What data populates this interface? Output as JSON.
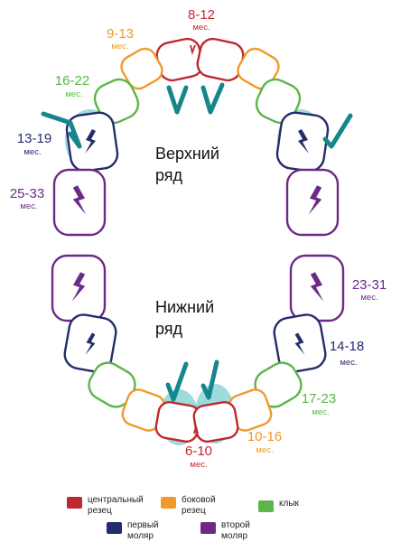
{
  "colors": {
    "central_incisor": "#c0282f",
    "lateral_incisor": "#f09a2b",
    "canine": "#5cb548",
    "first_molar": "#242c6b",
    "second_molar": "#6c2a86",
    "highlight": "#7dcfd0",
    "check": "#15868b"
  },
  "rows": {
    "upper": "Верхний\nряд",
    "lower": "Нижний\nряд"
  },
  "upper": {
    "central": {
      "age": "8-12",
      "unit": "мес."
    },
    "lateral": {
      "age": "9-13",
      "unit": "мес."
    },
    "canine": {
      "age": "16-22",
      "unit": "мес."
    },
    "first_molar": {
      "age": "13-19",
      "unit": "мес."
    },
    "second_molar": {
      "age": "25-33",
      "unit": "мес."
    }
  },
  "lower": {
    "central": {
      "age": "6-10",
      "unit": "мес."
    },
    "lateral": {
      "age": "10-16",
      "unit": "мес."
    },
    "canine": {
      "age": "17-23",
      "unit": "мес."
    },
    "first_molar": {
      "age": "14-18",
      "unit": "мес."
    },
    "second_molar": {
      "age": "23-31",
      "unit": "мес."
    }
  },
  "legend": [
    {
      "label": "центральный\nрезец",
      "color": "#c0282f"
    },
    {
      "label": "боковой\nрезец",
      "color": "#f09a2b"
    },
    {
      "label": "клык",
      "color": "#5cb548"
    },
    {
      "label": "первый\nмоляр",
      "color": "#242c6b"
    },
    {
      "label": "второй\nмоляр",
      "color": "#6c2a86"
    }
  ]
}
